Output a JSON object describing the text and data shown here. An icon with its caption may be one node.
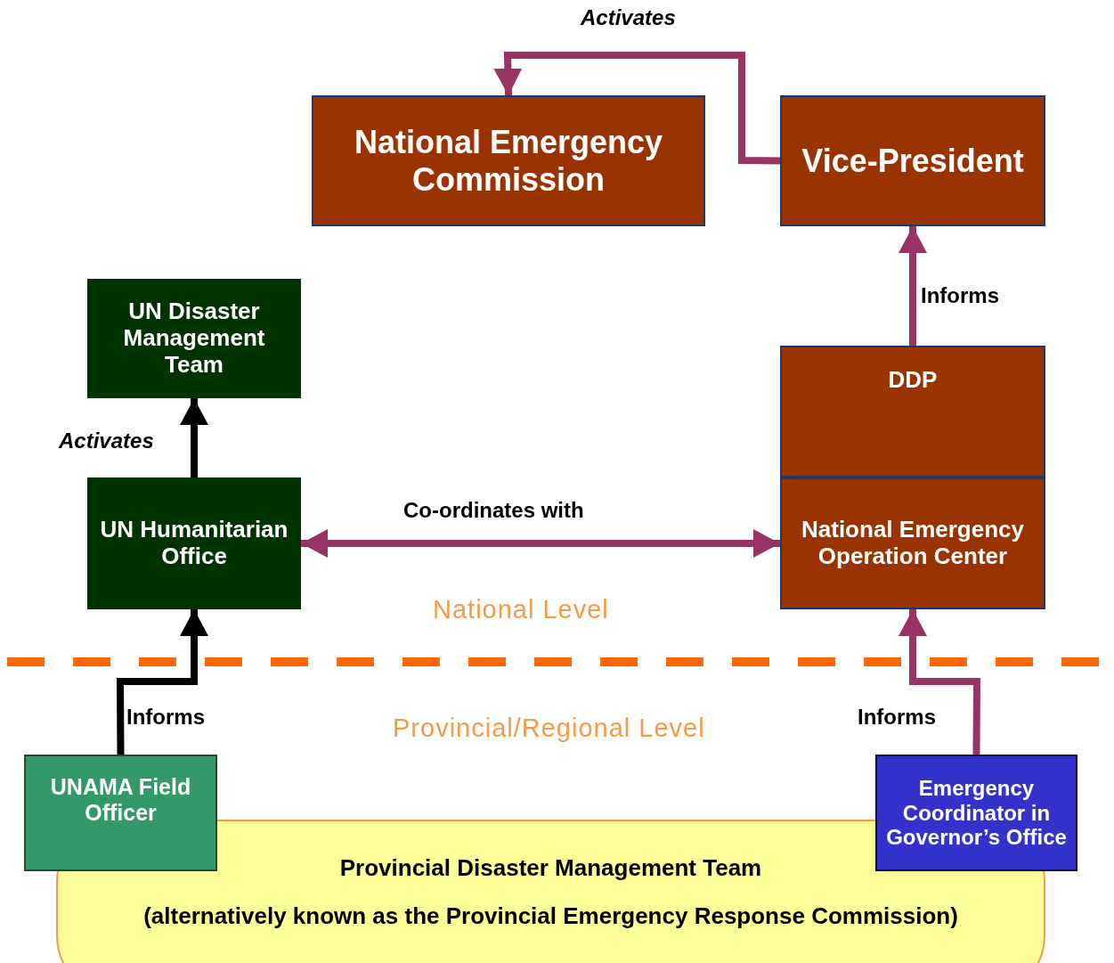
{
  "diagram": {
    "nodes": [
      {
        "text": [
          "National Emergency Commission"
        ]
      },
      {
        "text": [
          "Vice-President"
        ]
      },
      {
        "text": [
          "UN Disaster Management Team"
        ]
      },
      {
        "text": [
          "DDP"
        ]
      },
      {
        "text": [
          "UN Humanitarian Office"
        ]
      },
      {
        "text": [
          "National Emergency Operation Center"
        ]
      },
      {
        "text": [
          "UNAMA Field Officer"
        ]
      },
      {
        "text": [
          "Emergency Coordinator in Governor’s Office"
        ]
      },
      {
        "text": [
          "Provincial Disaster Management Team",
          "(alternatively known as the Provincial Emergency Response Commission)"
        ]
      }
    ],
    "edges": [
      {
        "from": 1,
        "to": 0,
        "arrow": "to",
        "label": "Activates"
      },
      {
        "from": 3,
        "to": 1,
        "arrow": "to",
        "label": "Informs"
      },
      {
        "from": 4,
        "to": 2,
        "arrow": "to",
        "label": "Activates",
        "color": "#000000"
      },
      {
        "from": 4,
        "to": 5,
        "arrow": "both",
        "label": "Co-ordinates with"
      },
      {
        "from": 6,
        "to": 4,
        "arrow": "to",
        "label": "Informs",
        "color": "#000000"
      },
      {
        "from": 7,
        "to": 5,
        "arrow": "to",
        "label": "Informs"
      }
    ],
    "labels": [
      "National Level",
      "Provincial/Regional Level"
    ]
  }
}
